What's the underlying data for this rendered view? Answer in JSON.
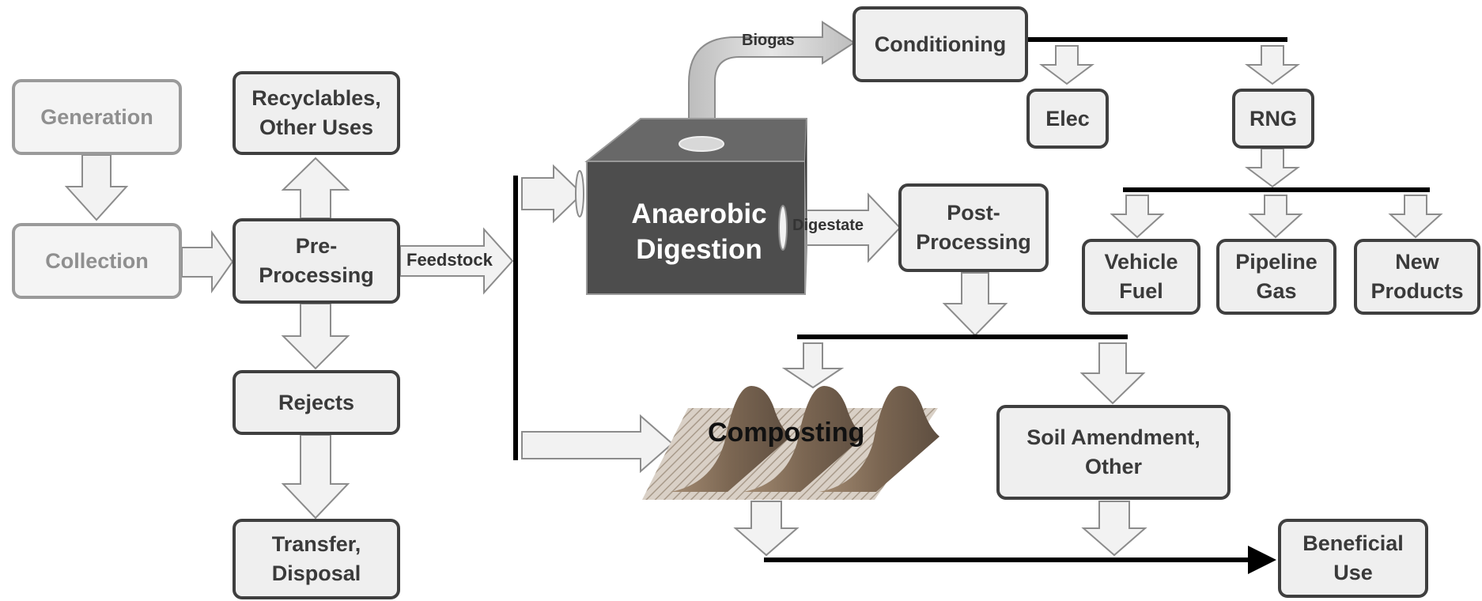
{
  "nodes": {
    "generation": "Generation",
    "collection": "Collection",
    "recyclables": "Recyclables,\nOther Uses",
    "preprocessing": "Pre-\nProcessing",
    "rejects": "Rejects",
    "transfer": "Transfer,\nDisposal",
    "anaerobic_digestion": "Anaerobic\nDigestion",
    "conditioning": "Conditioning",
    "elec": "Elec",
    "rng": "RNG",
    "vehicle_fuel": "Vehicle\nFuel",
    "pipeline_gas": "Pipeline\nGas",
    "new_products": "New\nProducts",
    "postprocessing": "Post-\nProcessing",
    "composting": "Composting",
    "soil_amendment": "Soil Amendment,\nOther",
    "beneficial_use": "Beneficial\nUse"
  },
  "edge_labels": {
    "feedstock": "Feedstock",
    "biogas": "Biogas",
    "digestate": "Digestate"
  },
  "colors": {
    "box_border": "#3f3f3f",
    "box_fill": "#efefef",
    "faded_border": "#9a9a9a",
    "faded_text": "#8f8f8f",
    "arrow_fill": "#f2f2f2",
    "arrow_stroke": "#8c8c8c",
    "cube_front": "#4d4d4d",
    "cube_top": "#686868",
    "cube_side": "#3c3c3c",
    "compost_mound": "#8a7560",
    "bus_line": "#000000"
  }
}
